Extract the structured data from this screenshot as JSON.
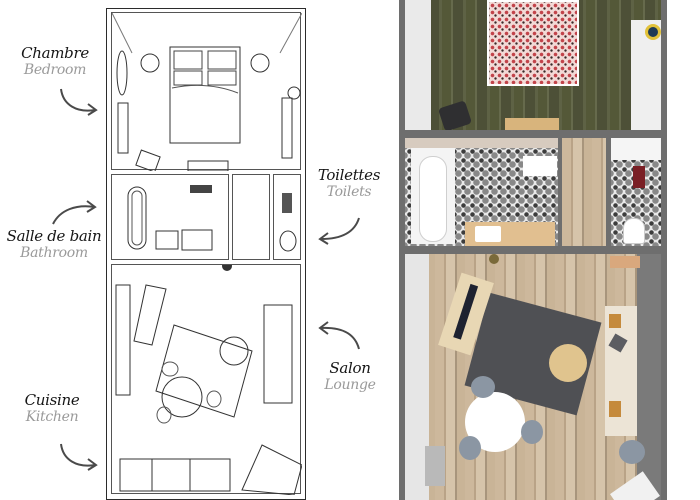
{
  "labels": {
    "bedroom": {
      "fr": "Chambre",
      "en": "Bedroom"
    },
    "bathroom": {
      "fr": "Salle de bain",
      "en": "Bathroom"
    },
    "kitchen": {
      "fr": "Cuisine",
      "en": "Kitchen"
    },
    "toilets": {
      "fr": "Toilettes",
      "en": "Toilets"
    },
    "lounge": {
      "fr": "Salon",
      "en": "Lounge"
    }
  },
  "colors": {
    "label_fr": "#161616",
    "label_en": "#9a9a9a",
    "arrow": "#4a4a4a",
    "render_wall": "#6e6e6e",
    "rug": "#4f5054",
    "bedroom_floor": "#545838",
    "living_floor": "#cdb89c"
  },
  "plans": {
    "sketch": {
      "style": "line-drawing",
      "rooms": [
        "bedroom",
        "bathroom",
        "hallway",
        "toilets",
        "lounge",
        "kitchen"
      ]
    },
    "render": {
      "style": "3d-top-view",
      "rooms": [
        "bedroom",
        "bathroom",
        "hallway",
        "toilets",
        "lounge",
        "kitchen"
      ]
    }
  }
}
